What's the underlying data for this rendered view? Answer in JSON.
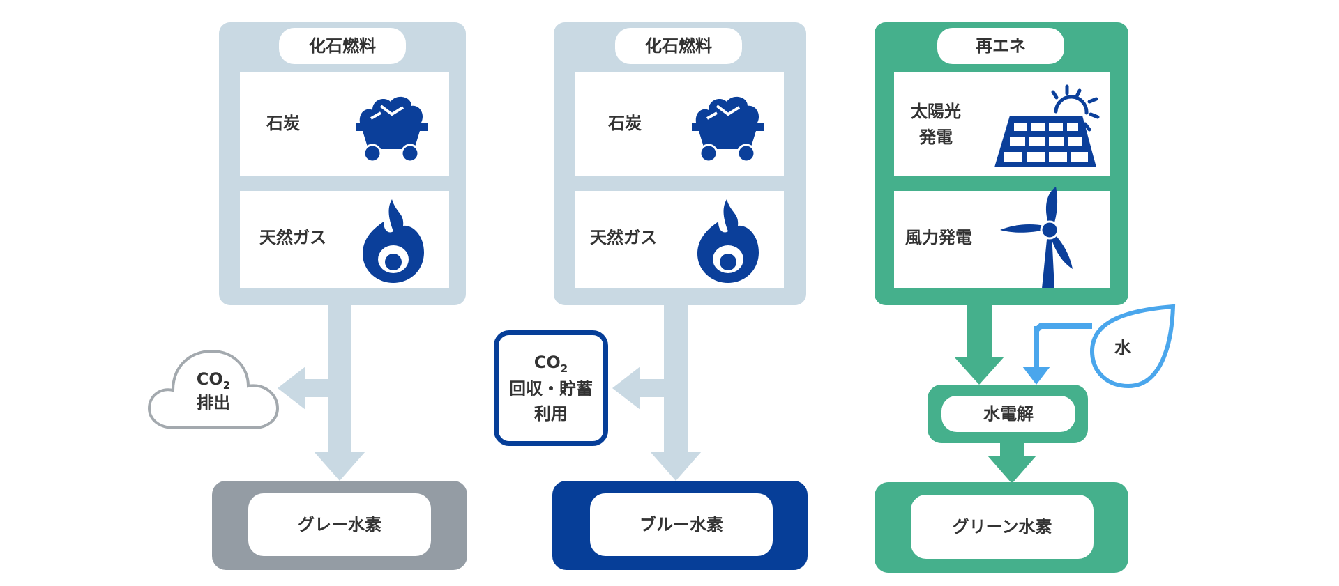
{
  "colors": {
    "fossil_panel": "#c9d9e3",
    "renewable_panel": "#45b08c",
    "icon_blue": "#0b3f9a",
    "gray_hydrogen": "#949ca4",
    "blue_hydrogen": "#063e98",
    "water_line": "#4aa6ec",
    "text": "#333333"
  },
  "columns": [
    {
      "category": "化石燃料",
      "sources": [
        {
          "label": "石炭",
          "icon": "coal-cart-icon"
        },
        {
          "label": "天然ガス",
          "icon": "flame-icon"
        }
      ],
      "side_node": {
        "formula": "CO",
        "subscript": "2",
        "label": "排出",
        "shape": "cloud"
      },
      "result": "グレー水素"
    },
    {
      "category": "化石燃料",
      "sources": [
        {
          "label": "石炭",
          "icon": "coal-cart-icon"
        },
        {
          "label": "天然ガス",
          "icon": "flame-icon"
        }
      ],
      "side_node": {
        "formula": "CO",
        "subscript": "2",
        "label": "回収・貯蓄\n利用",
        "shape": "rounded-box"
      },
      "result": "ブルー水素"
    },
    {
      "category": "再エネ",
      "sources": [
        {
          "label": "太陽光\n発電",
          "icon": "solar-panel-icon"
        },
        {
          "label": "風力発電",
          "icon": "wind-turbine-icon"
        }
      ],
      "water": {
        "label": "水",
        "icon": "water-drop-icon"
      },
      "process": "水電解",
      "result": "グリーン水素"
    }
  ]
}
